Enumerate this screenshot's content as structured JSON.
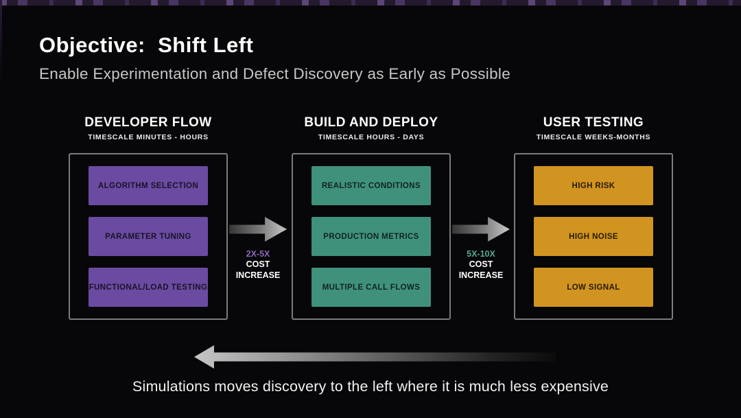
{
  "slide": {
    "title": "Objective:  Shift Left",
    "subtitle": "Enable Experimentation and Defect Discovery as Early as Possible",
    "footer_caption": "Simulations moves discovery to the left where it is much less expensive"
  },
  "columns": [
    {
      "title": "DEVELOPER FLOW",
      "timescale": "TIMESCALE MINUTES - HOURS",
      "box_color": "#6a4ba1",
      "box_text_color": "#1b1228",
      "items": [
        "ALGORITHM SELECTION",
        "PARAMETER TUNING",
        "FUNCTIONAL/LOAD TESTING"
      ]
    },
    {
      "title": "BUILD AND DEPLOY",
      "timescale": "TIMESCALE HOURS - DAYS",
      "box_color": "#40917b",
      "box_text_color": "#102420",
      "items": [
        "REALISTIC CONDITIONS",
        "PRODUCTION METRICS",
        "MULTIPLE CALL FLOWS"
      ]
    },
    {
      "title": "USER TESTING",
      "timescale": "TIMESCALE WEEKS-MONTHS",
      "box_color": "#d29420",
      "box_text_color": "#241a05",
      "items": [
        "HIGH RISK",
        "HIGH NOISE",
        "LOW SIGNAL"
      ]
    }
  ],
  "transitions": [
    {
      "multiplier": "2X-5X",
      "multiplier_color": "#8c68bd",
      "line1": "COST",
      "line2": "INCREASE"
    },
    {
      "multiplier": "5X-10X",
      "multiplier_color": "#55aa8e",
      "line1": "COST",
      "line2": "INCREASE"
    }
  ],
  "theme": {
    "background": "#070609",
    "title_color": "#ffffff",
    "subtitle_color": "#c7c7c7",
    "container_border": "#7b7b7b",
    "arrow_gradient_dark": "#353535",
    "arrow_gradient_light": "#c9c9c9",
    "top_strip_base": "#241a2e"
  }
}
